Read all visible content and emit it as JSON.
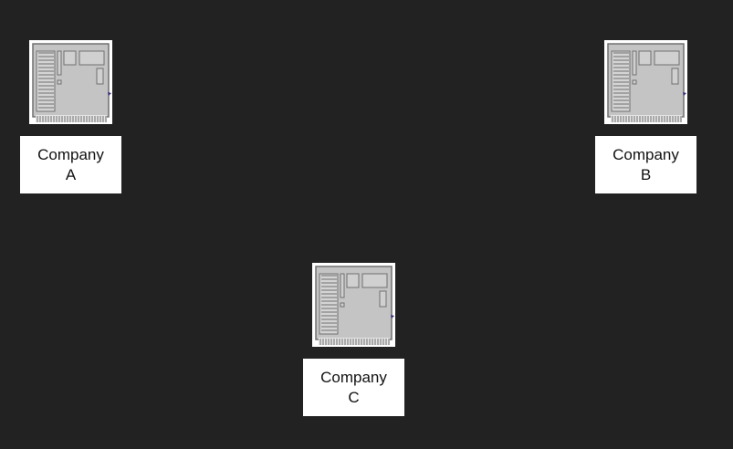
{
  "nodes": [
    {
      "id": "a",
      "icon": "server-chassis-icon",
      "label": "Company\nA"
    },
    {
      "id": "b",
      "icon": "server-chassis-icon",
      "label": "Company\nB"
    },
    {
      "id": "c",
      "icon": "server-chassis-icon",
      "label": "Company\nC"
    }
  ],
  "colors": {
    "background": "#222222",
    "box": "#ffffff",
    "chassis": "#c4c4c4",
    "chassis_stroke": "#707070"
  }
}
